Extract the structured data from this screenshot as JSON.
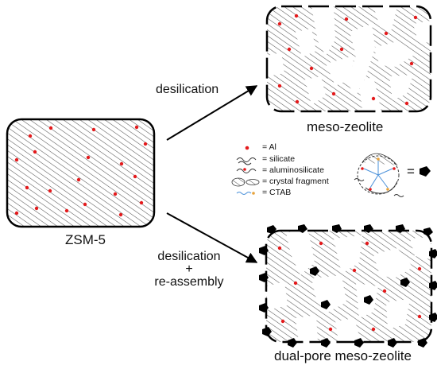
{
  "labels": {
    "zsm5": "ZSM-5",
    "meso_zeolite": "meso-zeolite",
    "dual_pore": "dual-pore meso-zeolite"
  },
  "processes": {
    "desilication": "desilication",
    "desilication_reassembly_line1": "desilication",
    "desilication_reassembly_plus": "+",
    "desilication_reassembly_line2": "re-assembly"
  },
  "legend": {
    "al": "= Al",
    "silicate": "= silicate",
    "aluminosilicate": "= aluminosilicate",
    "crystal_fragment": "= crystal fragment",
    "ctab": "= CTAB",
    "micelle_equals": "="
  },
  "colors": {
    "al_dot": "#e41a1c",
    "ctab": "#4a90d9",
    "hatch": "#555555",
    "outline": "#000000"
  }
}
